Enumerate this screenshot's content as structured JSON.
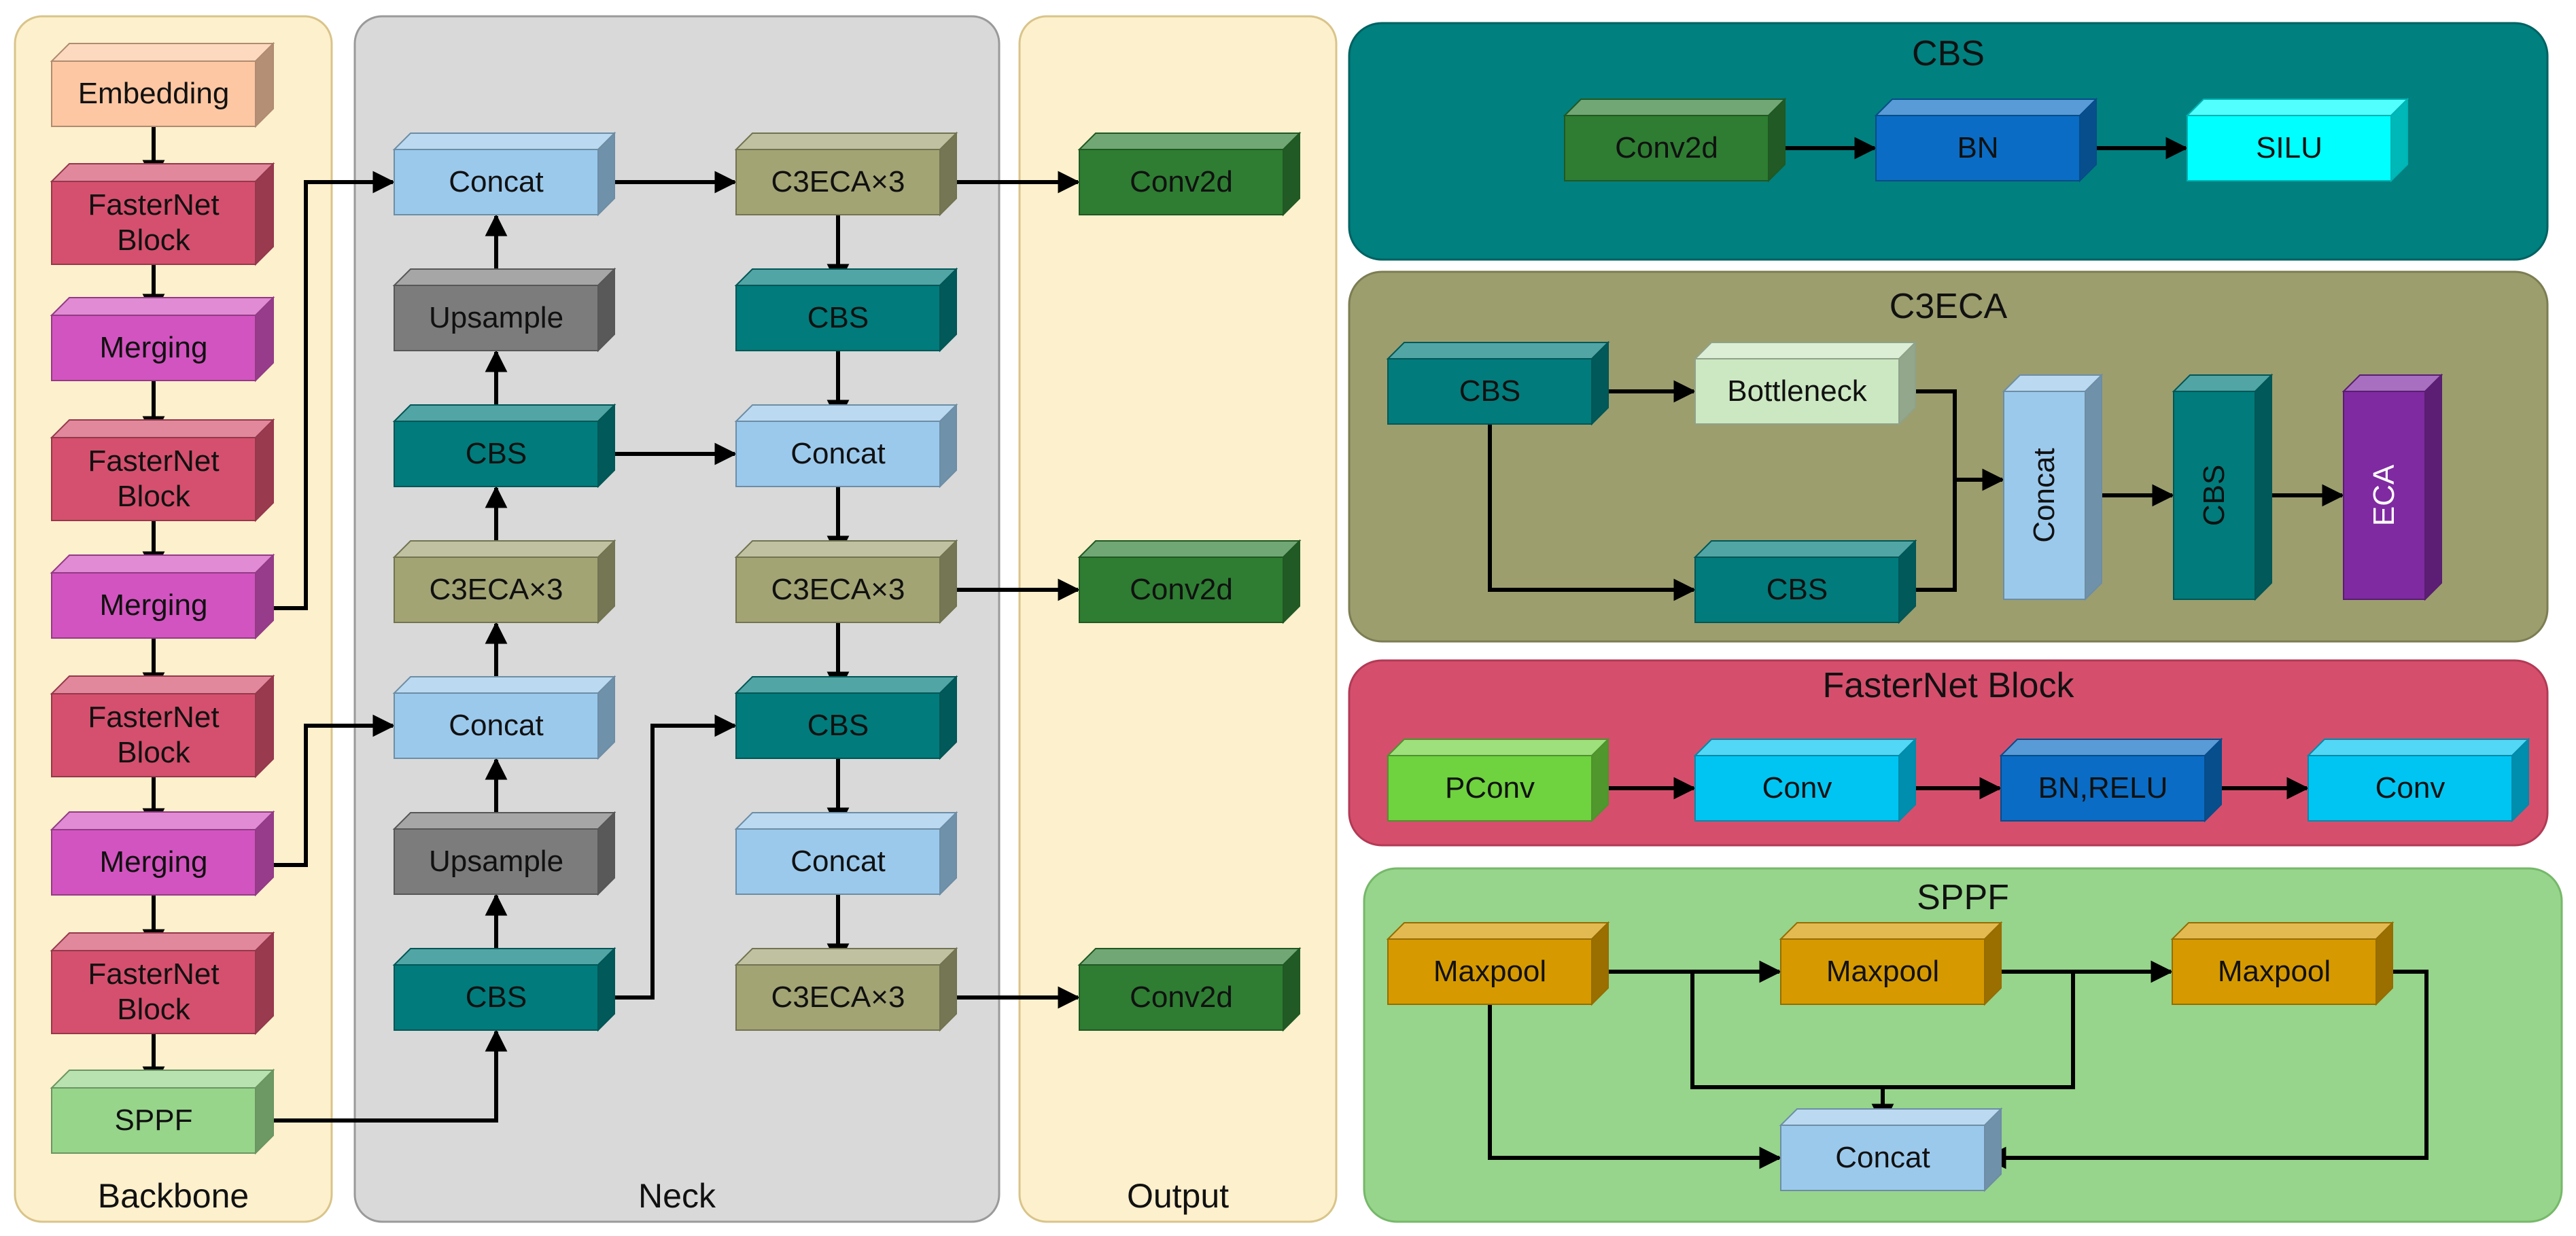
{
  "sections": {
    "backbone": "Backbone",
    "neck": "Neck",
    "output": "Output"
  },
  "panels": {
    "cbs": "CBS",
    "c3eca": "C3ECA",
    "fasternet": "FasterNet Block",
    "sppf": "SPPF"
  },
  "backbone": {
    "embedding": "Embedding",
    "fasternet1": "FasterNet Block",
    "merging1": "Merging",
    "fasternet2": "FasterNet Block",
    "merging2": "Merging",
    "fasternet3": "FasterNet Block",
    "merging3": "Merging",
    "fasternet4": "FasterNet Block",
    "sppf": "SPPF"
  },
  "neck": {
    "concat1": "Concat",
    "upsample1": "Upsample",
    "cbs1": "CBS",
    "c3eca1": "C3ECA×3",
    "concat2": "Concat",
    "upsample2": "Upsample",
    "cbs2": "CBS",
    "c3eca_p1": "C3ECA×3",
    "cbs_p1": "CBS",
    "concat_p1": "Concat",
    "c3eca_p2": "C3ECA×3",
    "cbs_p2": "CBS",
    "concat_p2": "Concat",
    "c3eca_p3": "C3ECA×3"
  },
  "output": {
    "conv1": "Conv2d",
    "conv2": "Conv2d",
    "conv3": "Conv2d"
  },
  "cbs_detail": {
    "conv2d": "Conv2d",
    "bn": "BN",
    "silu": "SILU"
  },
  "c3eca_detail": {
    "cbs_a": "CBS",
    "bottleneck": "Bottleneck",
    "cbs_b": "CBS",
    "concat": "Concat",
    "cbs_c": "CBS",
    "eca": "ECA"
  },
  "fasternet_detail": {
    "pconv": "PConv",
    "conv1": "Conv",
    "bnrelu": "BN,RELU",
    "conv2": "Conv"
  },
  "sppf_detail": {
    "maxpool1": "Maxpool",
    "maxpool2": "Maxpool",
    "maxpool3": "Maxpool",
    "concat": "Concat"
  },
  "colors": {
    "backbone_bg": "#fdf0cc",
    "neck_bg": "#d9d9d9",
    "output_bg": "#fdf0cc",
    "cbs_panel": "#00807f",
    "c3eca_panel": "#9c9e6e",
    "fasternet_panel": "#d54f6d",
    "sppf_panel": "#96d58b",
    "embedding": "#fcc7a2",
    "fasternet": "#d5506e",
    "merging": "#d254c0",
    "sppf": "#97d58b",
    "concat": "#9bc9ec",
    "upsample": "#7c7c7c",
    "cbs": "#017b7b",
    "c3eca": "#a3a474",
    "conv2d": "#2e7d32",
    "bn": "#0a6cc4",
    "silu": "#00ffff",
    "bottleneck": "#cce8c2",
    "eca": "#7f2aa1",
    "pconv": "#6fd23f",
    "conv_cyan": "#00c5f2",
    "bnrelu": "#0a6cc4",
    "maxpool": "#d69a00"
  }
}
